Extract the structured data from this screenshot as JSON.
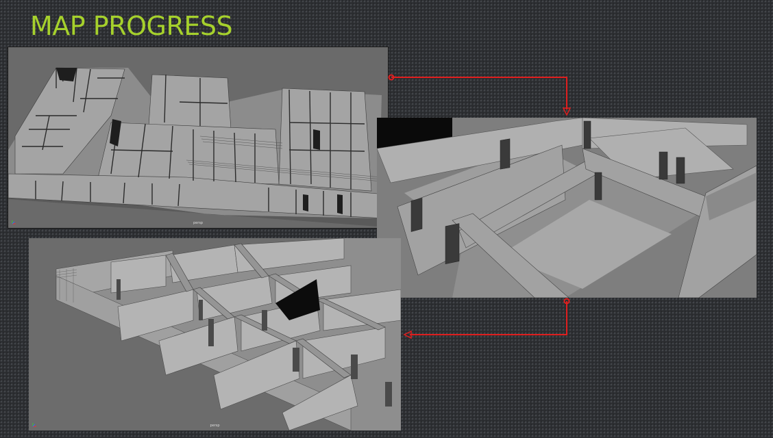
{
  "slide": {
    "title": "MAP PROGRESS",
    "title_color": "#a6d12c",
    "connector_color": "#e01e1e"
  },
  "screenshots": [
    {
      "label": "persp",
      "view": "overview"
    },
    {
      "label": "",
      "view": "close-up"
    },
    {
      "label": "persp",
      "view": "corridor"
    }
  ]
}
